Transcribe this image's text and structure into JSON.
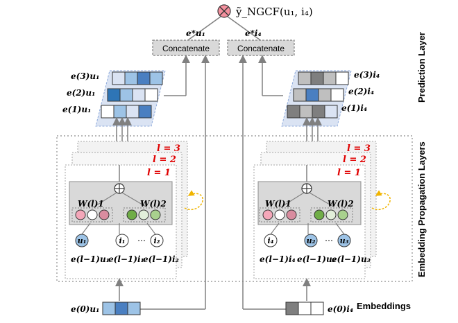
{
  "prediction": {
    "output_label": "ỹ_NGCF(u₁, i₄)",
    "concat_left": "Concatenate",
    "concat_right": "Concatenate",
    "e_u_star": "e*u₁",
    "e_i_star": "e*i₄"
  },
  "side_labels": {
    "prediction": "Prediction Layer",
    "propagation": "Embedding Propagation Layers",
    "embeddings": "Embeddings"
  },
  "user_tower": {
    "layer_labels": [
      "e(3)u₁",
      "e(2)u₁",
      "e(1)u₁"
    ],
    "l_labels": [
      "l = 3",
      "l = 2",
      "l = 1"
    ],
    "W1": "W(l)1",
    "W2": "W(l)2",
    "nodes": [
      "u₁",
      "i₁",
      "i₂"
    ],
    "node_labels": [
      "e(l−1)u₁",
      "e(l−1)i₁",
      "e(l−1)i₂"
    ],
    "embedding_label": "e(0)u₁",
    "dots": "⋯"
  },
  "item_tower": {
    "layer_labels": [
      "e(3)i₄",
      "e(2)i₄",
      "e(1)i₄"
    ],
    "l_labels": [
      "l = 3",
      "l = 2",
      "l = 1"
    ],
    "W1": "W(l)1",
    "W2": "W(l)2",
    "nodes": [
      "i₄",
      "u₂",
      "u₃"
    ],
    "node_labels": [
      "e(l−1)i₄",
      "e(l−1)u₂",
      "e(l−1)u₃"
    ],
    "embedding_label": "e(0)i₄",
    "dots": "⋯"
  },
  "colors": {
    "red_label": "#e00000",
    "blue_cell": "#9dc3e6",
    "blue_dark": "#4a7fc1",
    "gray_dark": "#7f7f7f",
    "gray_mid": "#bfbfbf",
    "pink": "#f4a7b9",
    "green": "#70ad47",
    "light_green": "#e2efda",
    "arrow_orange": "#f0b400"
  },
  "icons": [
    "otimes-icon",
    "oplus-icon",
    "refresh-arrow-icon"
  ]
}
